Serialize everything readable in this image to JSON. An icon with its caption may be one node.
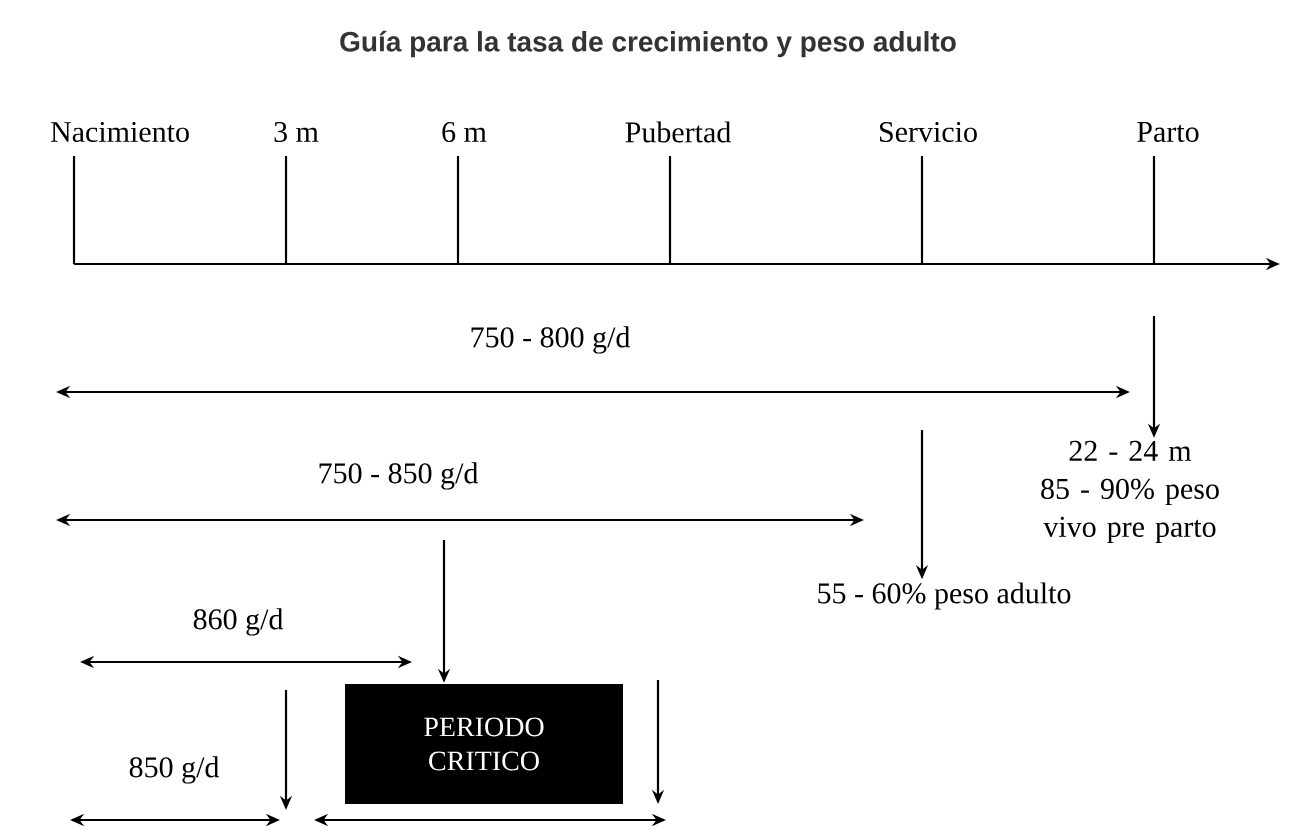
{
  "diagram": {
    "title": "Guía para la tasa de crecimiento y peso adulto",
    "nodes": [
      {
        "text": [
          "PERIODO CRITICO"
        ]
      },
      {
        "text": [
          "22 - 24 m",
          "85 - 90% peso vivo pre parto"
        ]
      },
      {
        "text": [
          "55 - 60% peso adulto"
        ]
      }
    ],
    "edges": [
      {
        "from": null,
        "to": 1,
        "arrow": "to"
      },
      {
        "from": null,
        "to": 2,
        "arrow": "to"
      },
      {
        "from": null,
        "to": 0,
        "arrow": "to"
      }
    ],
    "labels": [
      "Nacimiento",
      "3 m",
      "6 m",
      "Pubertad",
      "Servicio",
      "Parto",
      "750 - 800 g/d",
      "750 - 850 g/d",
      "860 g/d",
      "850 g/d"
    ]
  }
}
